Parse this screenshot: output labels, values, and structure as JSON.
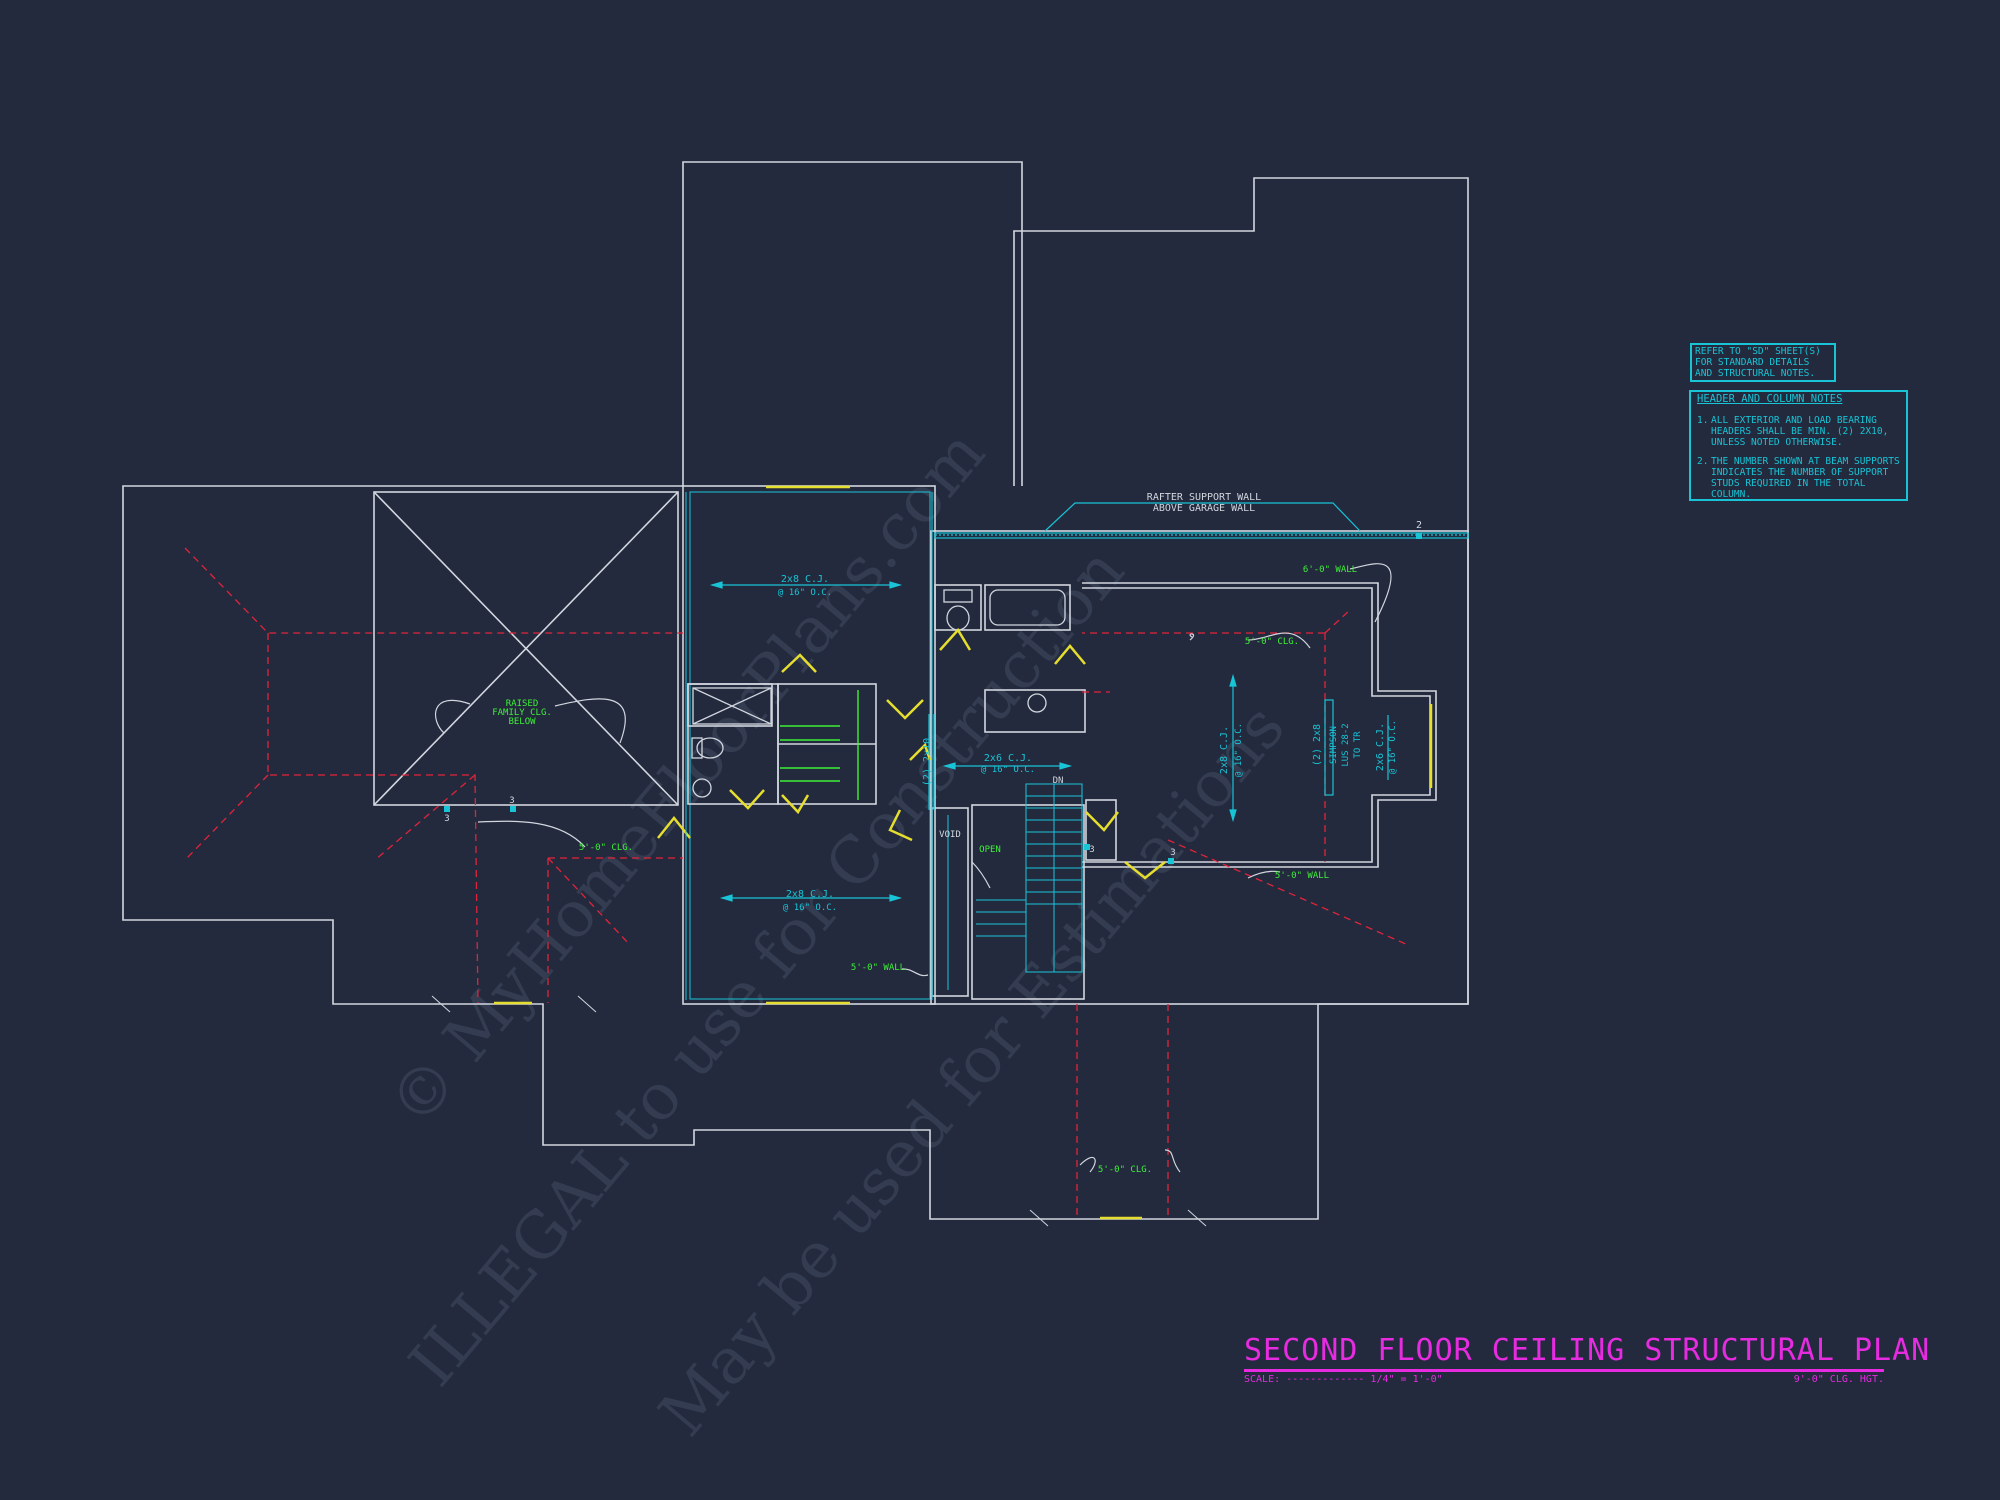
{
  "sheet": {
    "title": "SECOND FLOOR CEILING STRUCTURAL PLAN",
    "scale_label": "SCALE: ------------- 1/4\" = 1'-0\"",
    "ceiling_height": "9'-0\" CLG. HGT."
  },
  "notes": {
    "refer": [
      "REFER TO \"SD\" SHEET(S)",
      "FOR STANDARD DETAILS",
      "AND STRUCTURAL NOTES."
    ],
    "header_column": {
      "heading": "HEADER AND COLUMN NOTES",
      "items": [
        {
          "num": "1.",
          "text": "ALL EXTERIOR AND LOAD BEARING HEADERS SHALL BE MIN. (2) 2x10, UNLESS NOTED OTHERWISE."
        },
        {
          "num": "2.",
          "text": "THE NUMBER SHOWN AT BEAM SUPPORTS INDICATES THE NUMBER OF SUPPORT STUDS REQUIRED IN THE TOTAL COLUMN."
        }
      ]
    }
  },
  "labels": {
    "rafter_support": [
      "RAFTER SUPPORT WALL",
      "ABOVE GARAGE WALL"
    ],
    "raised_family": [
      "RAISED",
      "FAMILY CLG.",
      "BELOW"
    ],
    "cj_2x8": "2x8 C.J.",
    "cj_spacing": "@ 16\" O.C.",
    "cj_2x6": "2x6 C.J.",
    "header_2x10": "(2) 2x10",
    "header_2x8": "(2) 2x8",
    "simpson": [
      "SIMPSON",
      "LUS 28-2",
      "TO TR"
    ],
    "wall_6": "6'-0\" WALL",
    "wall_5": "5'-0\" WALL",
    "clg_5": "5'-0\" CLG.",
    "void": "VOID",
    "open": "OPEN",
    "stair": "DN",
    "post_2": "2",
    "post_3": "3"
  },
  "watermark": {
    "line1": "© MyHomeFloorPlans.com",
    "line2": "ILLEGAL to use for Construction",
    "line3": "May be used for Estimations"
  },
  "colors": {
    "background": "#232a3d",
    "wall": "#d2d6df",
    "structure": "#18c4d6",
    "roof_line": "#e0243b",
    "label": "#3df037",
    "door": "#e6de2e",
    "title": "#e62be0",
    "watermark": "#3a4357"
  }
}
